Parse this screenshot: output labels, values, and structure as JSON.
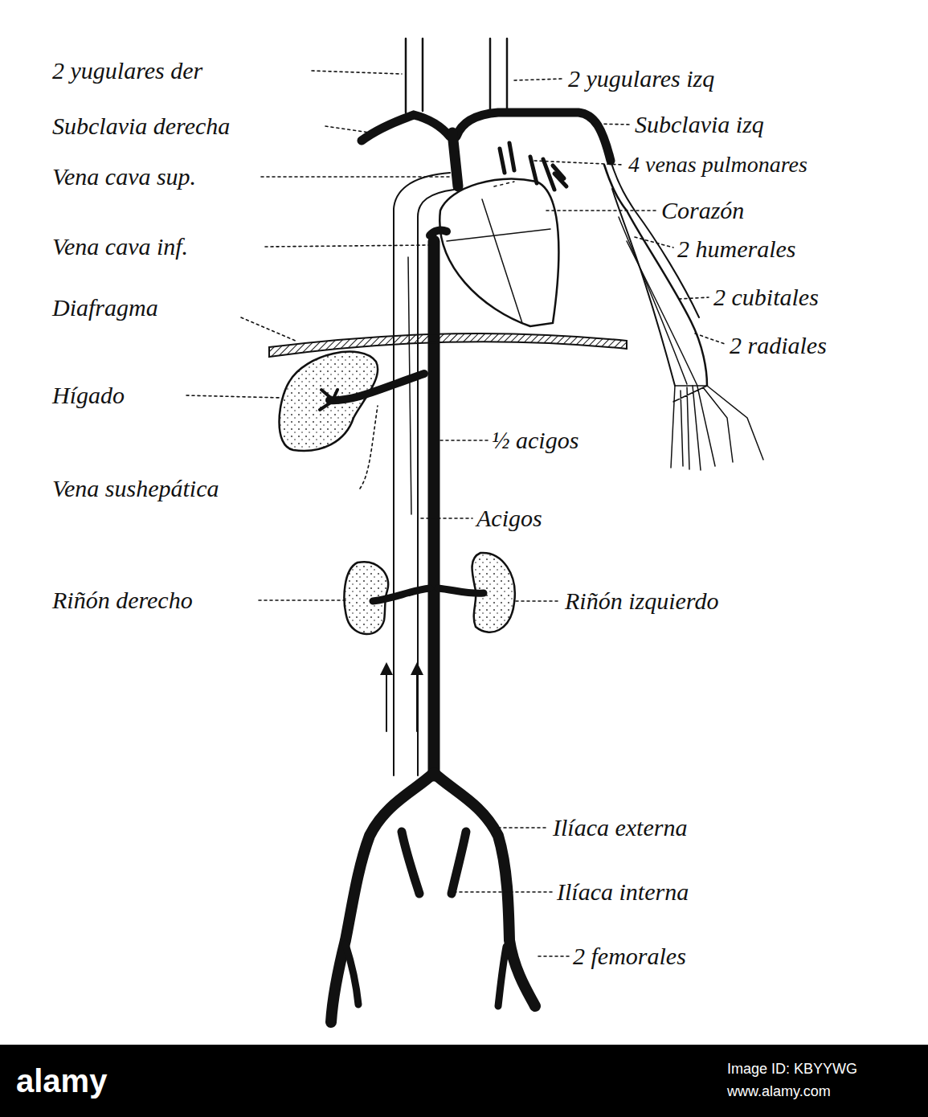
{
  "diagram": {
    "labels": [
      "2 yugulares der",
      "2 yugulares izq",
      "Subclavia derecha",
      "Subclavia izq",
      "4 venas pulmonares",
      "Vena cava sup.",
      "Corazón",
      "Vena cava inf.",
      "2 humerales",
      "2 cubitales",
      "2 radiales",
      "Diafragma",
      "Hígado",
      "½ acigos",
      "Vena sushepática",
      "Acigos",
      "Riñón derecho",
      "Riñón izquierdo",
      "Ilíaca externa",
      "Ilíaca interna",
      "2 femorales",
      "alamy",
      "Image ID: KBYYWG",
      "www.alamy.com"
    ]
  }
}
